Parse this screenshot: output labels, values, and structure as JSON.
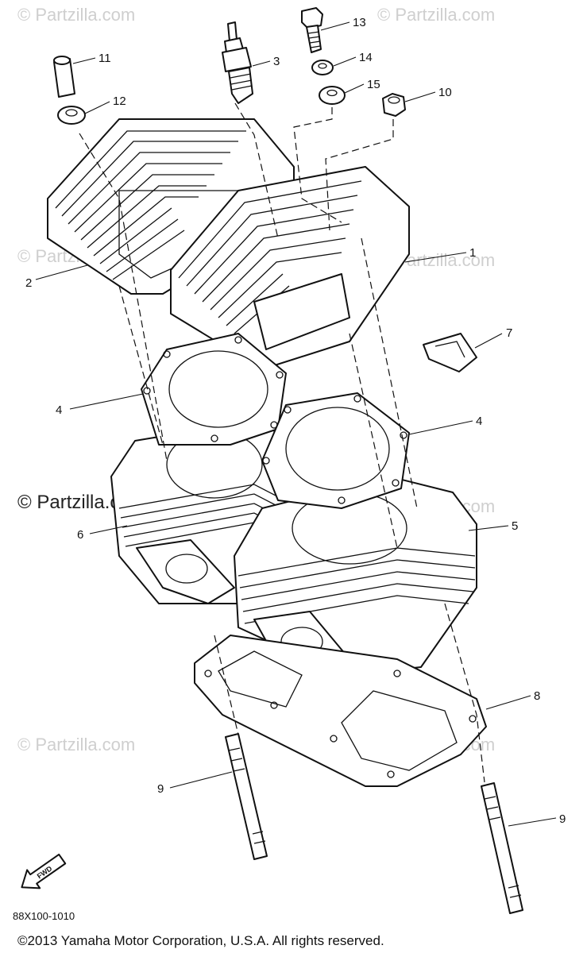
{
  "watermark": {
    "brand": "© Partzilla.com",
    "brand_visible": "© Partzilla.com"
  },
  "callouts": {
    "c1": "1",
    "c2": "2",
    "c3": "3",
    "c4a": "4",
    "c4b": "4",
    "c5": "5",
    "c6": "6",
    "c7": "7",
    "c8": "8",
    "c9a": "9",
    "c9b": "9",
    "c10": "10",
    "c11": "11",
    "c12": "12",
    "c13": "13",
    "c14": "14",
    "c15": "15"
  },
  "fwd_label": "FWD",
  "diagram_code": "88X100-1010",
  "copyright": "©2013  Yamaha Motor Corporation, U.S.A. All rights reserved."
}
